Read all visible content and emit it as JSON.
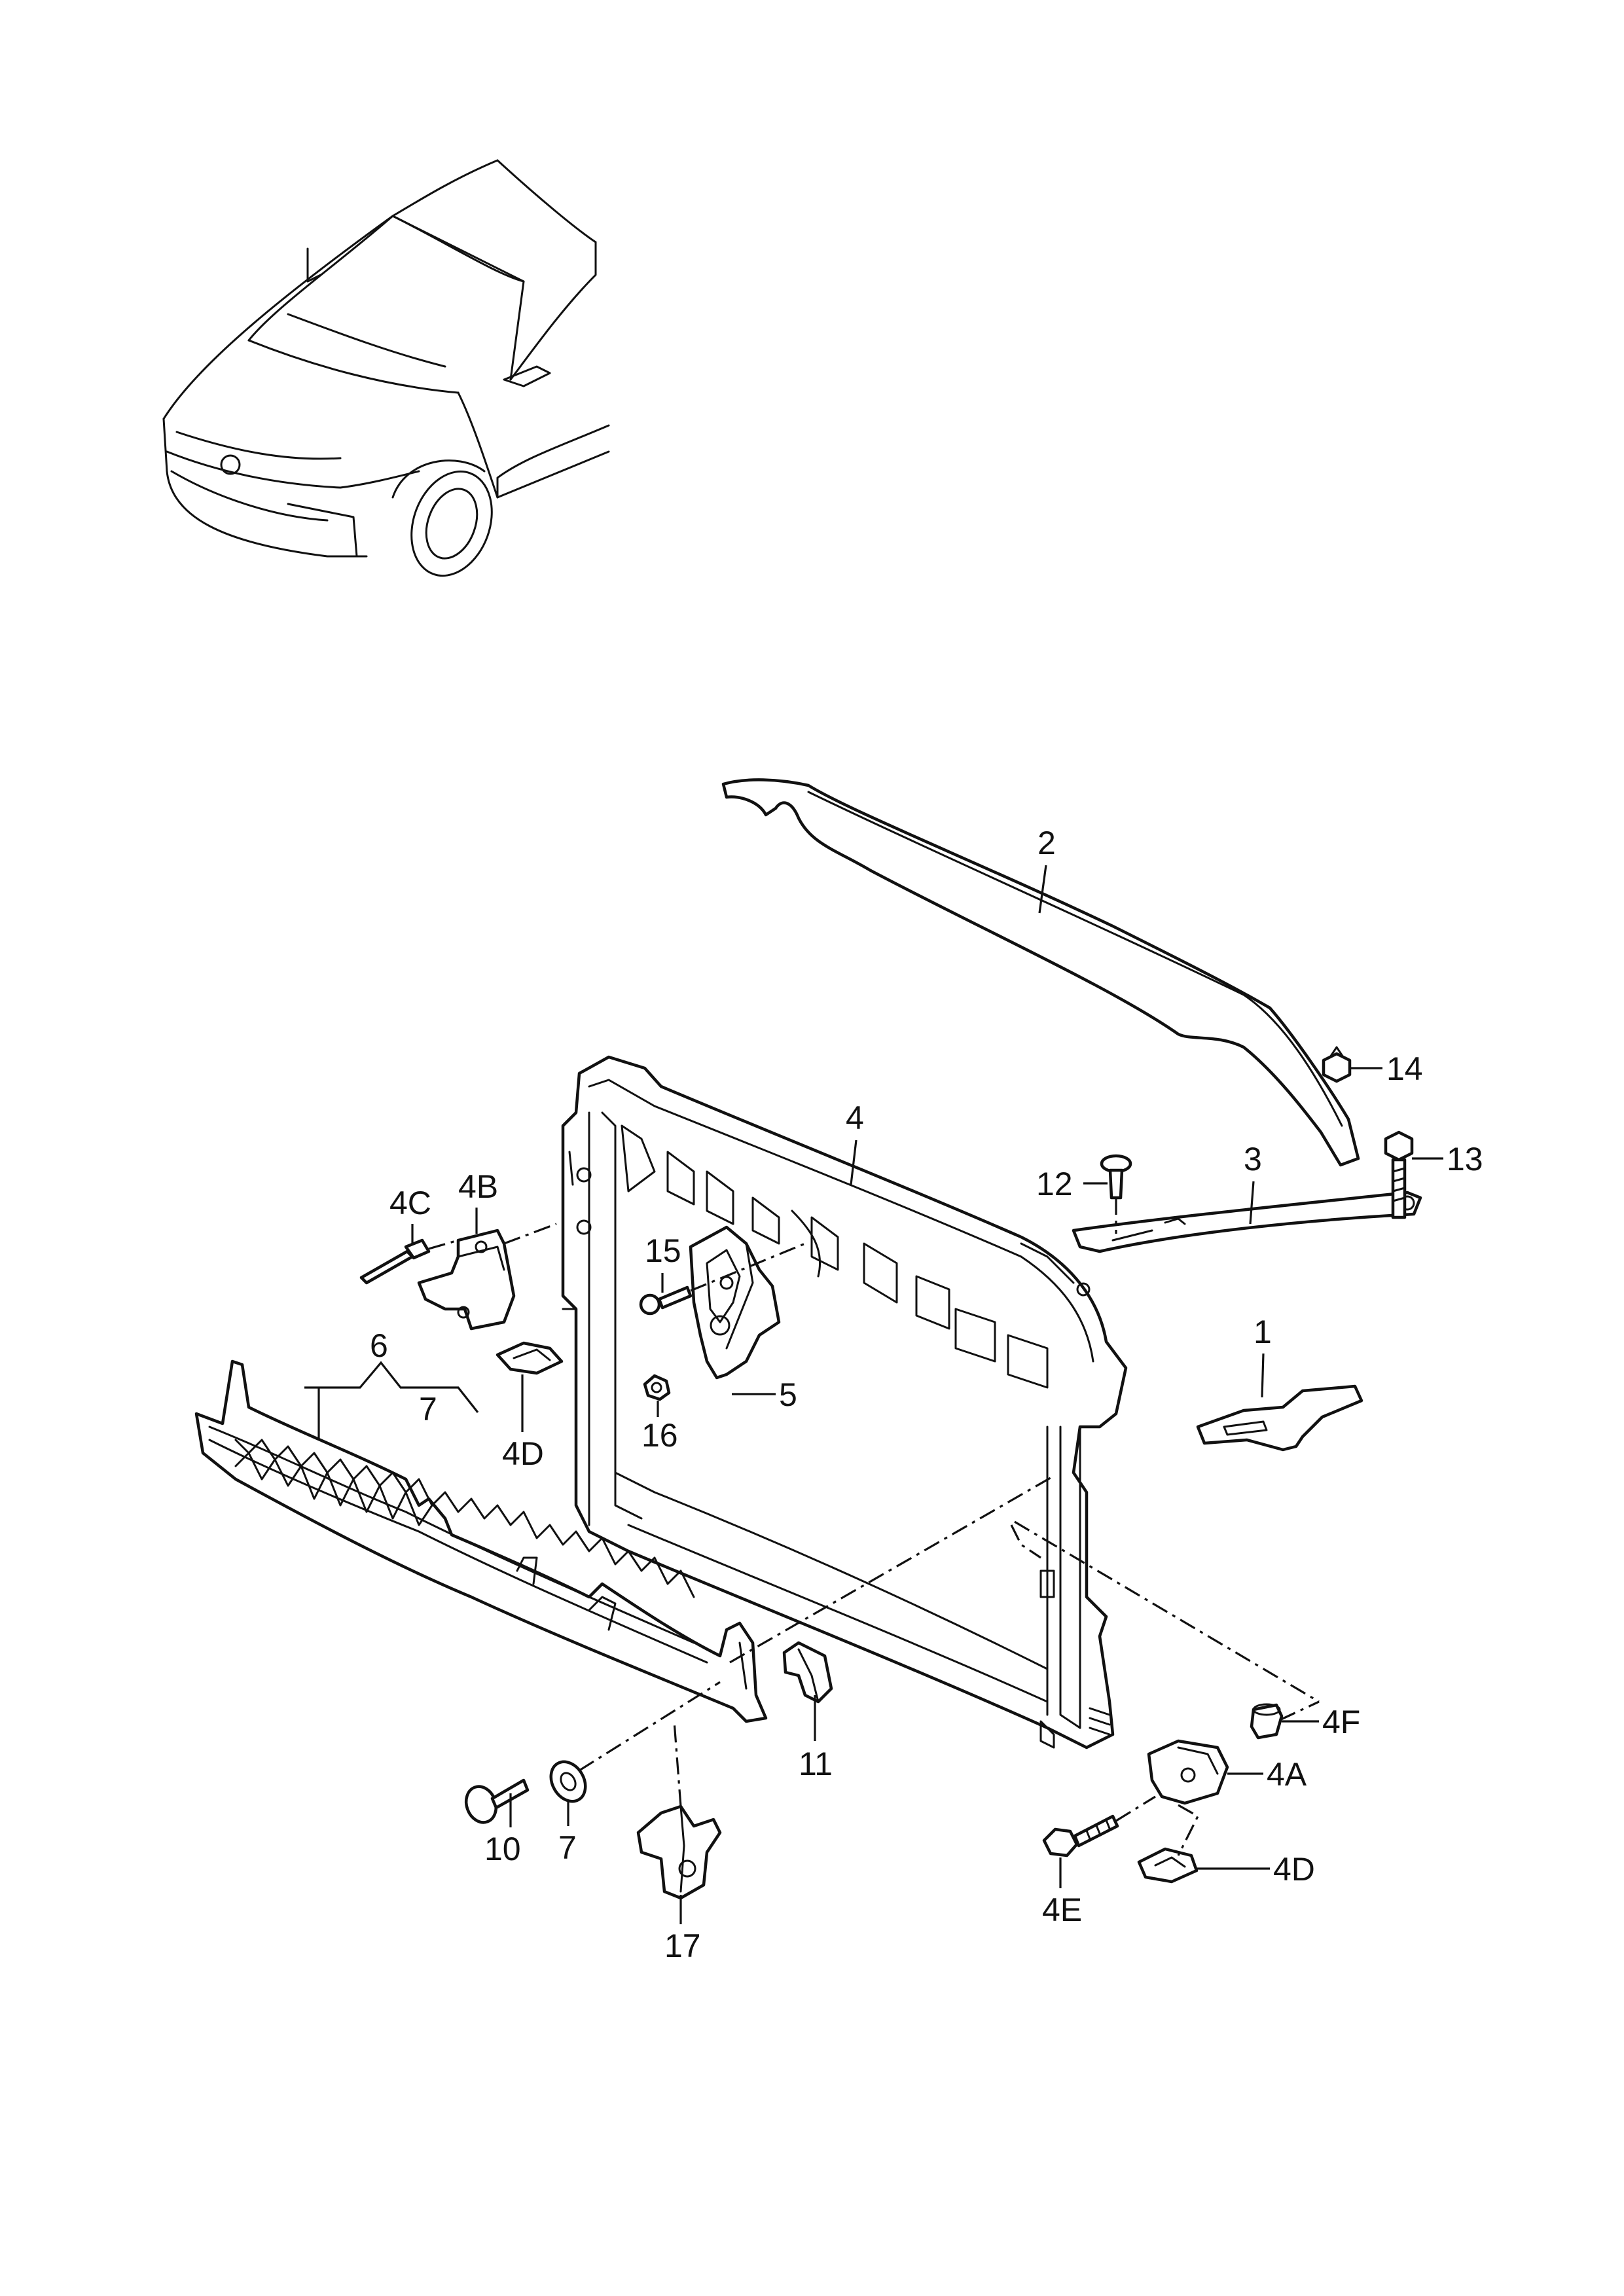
{
  "callouts": {
    "p1": "1",
    "p2": "2",
    "p3": "3",
    "p4": "4",
    "p4a": "4A",
    "p4b": "4B",
    "p4c": "4C",
    "p4d_left": "4D",
    "p4d_right": "4D",
    "p4e": "4E",
    "p4f": "4F",
    "p5": "5",
    "p6": "6",
    "p7_top": "7",
    "p7_bottom": "7",
    "p10": "10",
    "p11": "11",
    "p12": "12",
    "p13": "13",
    "p14": "14",
    "p15": "15",
    "p16": "16",
    "p17": "17"
  },
  "icons": [
    "vehicle-location-icon"
  ],
  "colors": {
    "line": "#111111",
    "background": "#ffffff"
  }
}
